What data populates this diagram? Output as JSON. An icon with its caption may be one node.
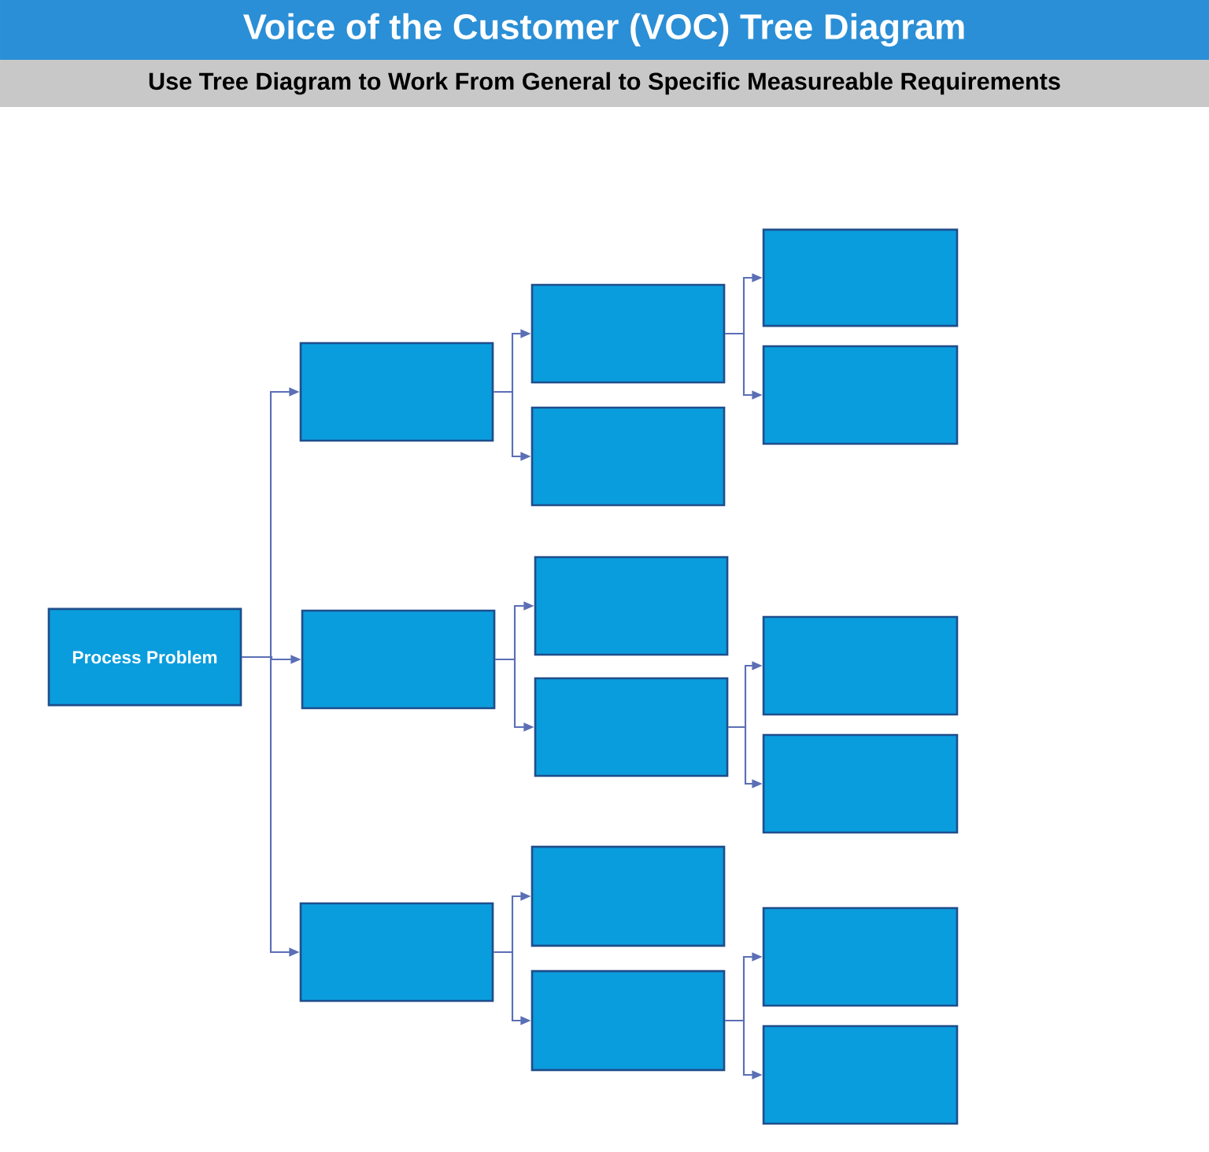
{
  "diagram": {
    "title": "Voice of the Customer (VOC) Tree Diagram",
    "nodes": [
      {
        "text": [
          "Process Problem"
        ]
      },
      {
        "text": [],
        "shape": "box"
      },
      {
        "text": [],
        "shape": "box"
      },
      {
        "text": [],
        "shape": "box"
      },
      {
        "text": [],
        "shape": "box"
      },
      {
        "text": [],
        "shape": "box"
      },
      {
        "text": [],
        "shape": "box"
      },
      {
        "text": [],
        "shape": "box"
      },
      {
        "text": [],
        "shape": "box"
      },
      {
        "text": [],
        "shape": "box"
      },
      {
        "text": [],
        "shape": "box"
      },
      {
        "text": [],
        "shape": "box"
      },
      {
        "text": [],
        "shape": "box"
      },
      {
        "text": [],
        "shape": "box"
      },
      {
        "text": [],
        "shape": "box"
      },
      {
        "text": [],
        "shape": "box"
      }
    ],
    "edges": [
      {
        "from": 0,
        "to": 1,
        "arrow": "to"
      },
      {
        "from": 0,
        "to": 2,
        "arrow": "to"
      },
      {
        "from": 0,
        "to": 3,
        "arrow": "to"
      },
      {
        "from": 1,
        "to": 4,
        "arrow": "to"
      },
      {
        "from": 1,
        "to": 5,
        "arrow": "to"
      },
      {
        "from": 2,
        "to": 6,
        "arrow": "to"
      },
      {
        "from": 2,
        "to": 7,
        "arrow": "to"
      },
      {
        "from": 3,
        "to": 8,
        "arrow": "to"
      },
      {
        "from": 3,
        "to": 9,
        "arrow": "to"
      },
      {
        "from": 4,
        "to": 10,
        "arrow": "to"
      },
      {
        "from": 4,
        "to": 11,
        "arrow": "to"
      },
      {
        "from": 7,
        "to": 12,
        "arrow": "to"
      },
      {
        "from": 7,
        "to": 13,
        "arrow": "to"
      },
      {
        "from": 9,
        "to": 14,
        "arrow": "to"
      },
      {
        "from": 9,
        "to": 15,
        "arrow": "to"
      }
    ],
    "labels": [
      "Use Tree Diagram to Work From General to Specific Measureable Requirements"
    ]
  }
}
